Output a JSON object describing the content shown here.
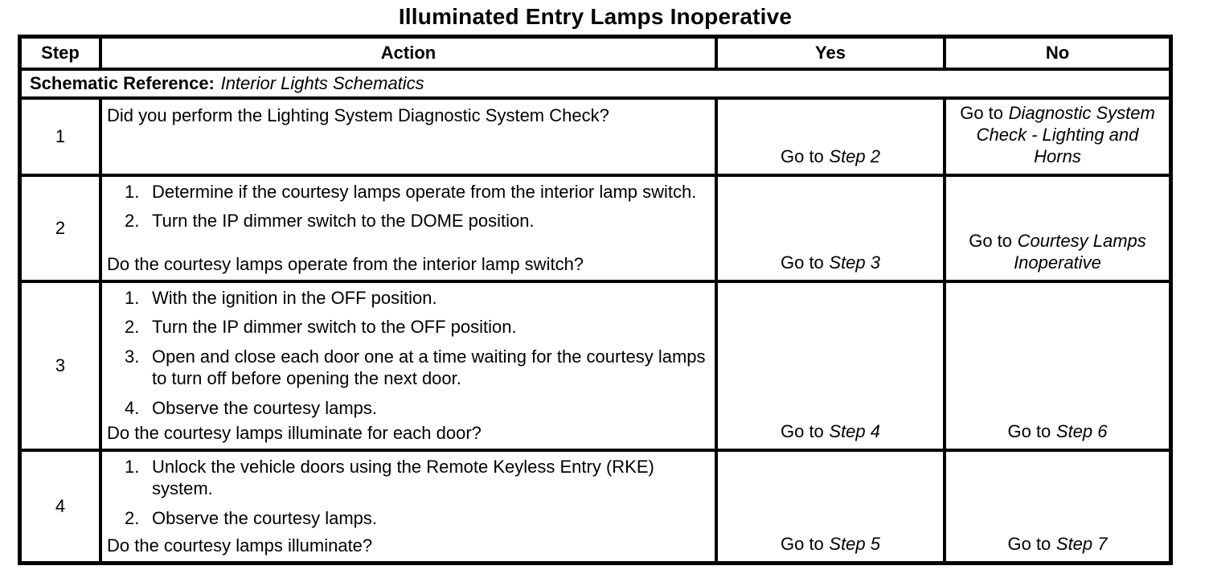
{
  "title": "Illuminated Entry Lamps Inoperative",
  "table": {
    "headers": {
      "step": "Step",
      "action": "Action",
      "yes": "Yes",
      "no": "No"
    },
    "schematic_label": "Schematic Reference:",
    "schematic_value": "Interior Lights Schematics",
    "rows": [
      {
        "step": "1",
        "items": [],
        "question": "Did you perform the Lighting System Diagnostic System Check?",
        "yes_prefix": "Go to",
        "yes_target": "Step 2",
        "no_prefix": "Go to",
        "no_target": "Diagnostic System Check - Lighting and Horns"
      },
      {
        "step": "2",
        "items": [
          "Determine if the courtesy lamps operate from the interior lamp switch.",
          "Turn the IP dimmer switch to the DOME position."
        ],
        "question": "Do the courtesy lamps operate from the interior lamp switch?",
        "yes_prefix": "Go to",
        "yes_target": "Step 3",
        "no_prefix": "Go to",
        "no_target": "Courtesy Lamps Inoperative"
      },
      {
        "step": "3",
        "items": [
          "With the ignition in the OFF position.",
          "Turn the IP dimmer switch to the OFF position.",
          "Open and close each door one at a time waiting for the courtesy lamps to turn off before opening the next door.",
          "Observe the courtesy lamps."
        ],
        "question": "Do the courtesy lamps illuminate for each door?",
        "yes_prefix": "Go to",
        "yes_target": "Step 4",
        "no_prefix": "Go to",
        "no_target": "Step 6"
      },
      {
        "step": "4",
        "items": [
          "Unlock the vehicle doors using the Remote Keyless Entry (RKE) system.",
          "Observe the courtesy lamps."
        ],
        "question": "Do the courtesy lamps illuminate?",
        "yes_prefix": "Go to",
        "yes_target": "Step 5",
        "no_prefix": "Go to",
        "no_target": "Step 7"
      }
    ]
  }
}
